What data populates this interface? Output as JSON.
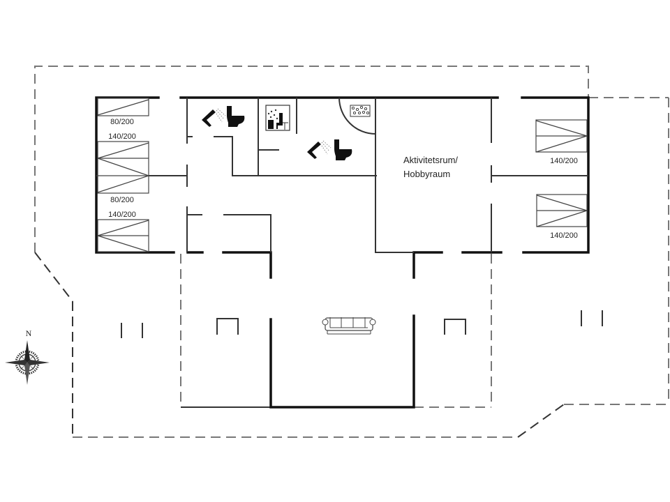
{
  "floorplan": {
    "rooms": [
      {
        "id": "activity-room",
        "label_line1": "Aktivitetsrum/",
        "label_line2": "Hobbyraum"
      }
    ],
    "beds": [
      {
        "id": "bed-left-1",
        "label": "80/200"
      },
      {
        "id": "bed-left-2",
        "label": "140/200"
      },
      {
        "id": "bed-left-3",
        "label": "80/200"
      },
      {
        "id": "bed-left-4",
        "label": "140/200"
      },
      {
        "id": "bed-right-1",
        "label": "140/200"
      },
      {
        "id": "bed-right-2",
        "label": "140/200"
      }
    ],
    "fixtures": [
      {
        "id": "bathroom-1",
        "icons": [
          "shower-icon",
          "toilet-icon"
        ]
      },
      {
        "id": "sauna",
        "icons": [
          "sauna-icon"
        ]
      },
      {
        "id": "bathroom-2",
        "icons": [
          "shower-icon",
          "toilet-icon",
          "spa-bath-icon"
        ]
      },
      {
        "id": "living-room",
        "icons": [
          "sofa-icon"
        ]
      }
    ],
    "compass": {
      "label": "N"
    }
  }
}
